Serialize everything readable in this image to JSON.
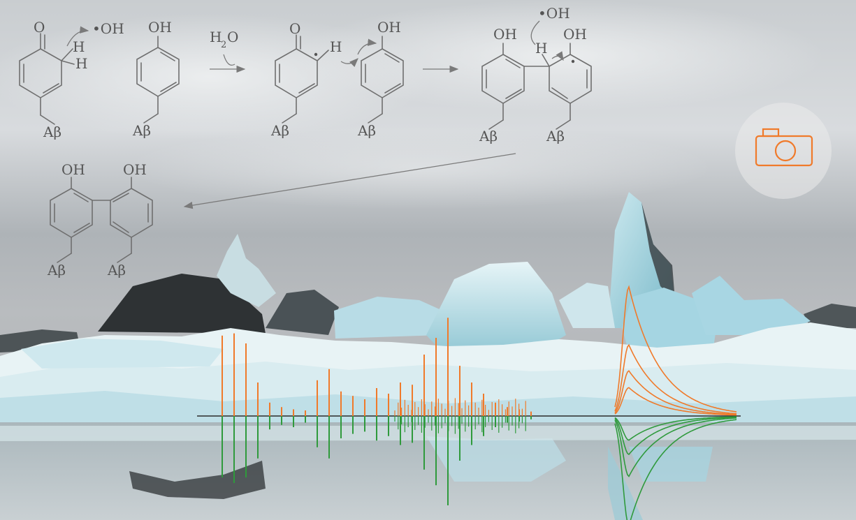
{
  "labels": {
    "oh": "OH",
    "o": "O",
    "h": "H",
    "h2o": "H",
    "h2o_sub": "2",
    "h2o_o": "O",
    "radical_oh": "•OH",
    "abeta": "Aβ"
  },
  "icons": {
    "camera": "camera-icon"
  },
  "colors": {
    "accent": "#f07a2a",
    "spectrum_top": "#f07a2a",
    "spectrum_bottom": "#2f9a3c",
    "baseline": "#2b2b2b",
    "bond": "#6f6f6f"
  },
  "chart_data": {
    "type": "bar",
    "series": [
      {
        "values": [
          0.72,
          0.74,
          0.65,
          0.3,
          0.12,
          0.08,
          0.06,
          0.05,
          0.32,
          0.42,
          0.22,
          0.18,
          0.15,
          0.25,
          0.2,
          0.3,
          0.28,
          0.55,
          0.7,
          0.88,
          0.45,
          0.3,
          0.2,
          0.12,
          0.08,
          0.06,
          0.04
        ]
      },
      {
        "values": [
          0.55,
          0.6,
          0.55,
          0.38,
          0.12,
          0.08,
          0.1,
          0.06,
          0.28,
          0.38,
          0.2,
          0.16,
          0.14,
          0.22,
          0.18,
          0.26,
          0.24,
          0.48,
          0.62,
          0.8,
          0.4,
          0.26,
          0.18,
          0.1,
          0.06,
          0.05,
          0.03
        ]
      }
    ]
  }
}
